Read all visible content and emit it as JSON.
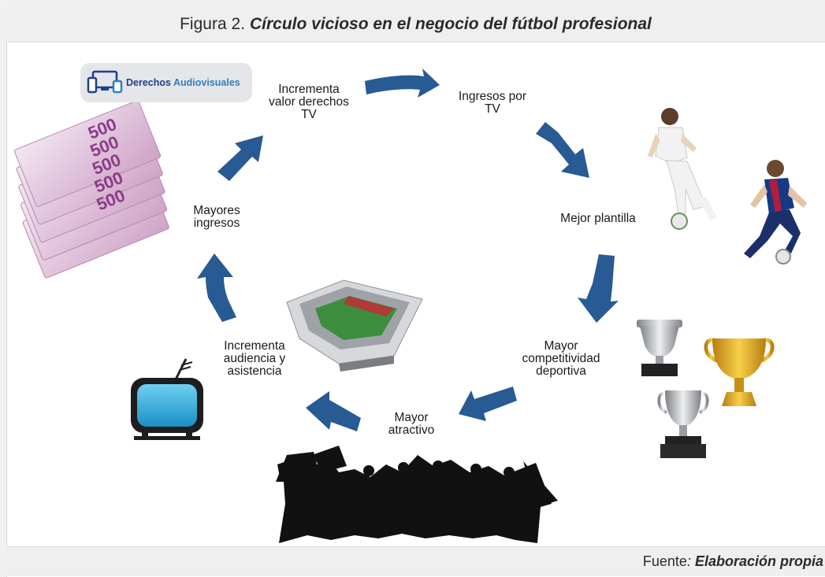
{
  "figure": {
    "caption_prefix": "Figura 2.",
    "caption_title": "Círculo vicioso en el negocio del fútbol profesional",
    "source_label": "Fuente",
    "source_value": "Elaboración propia"
  },
  "badge": {
    "icon": "devices-icon",
    "word1": "Derechos",
    "word2": "Audiovisuales"
  },
  "cycle_steps": [
    "Incrementa\nvalor derechos\nTV",
    "Ingresos por\nTV",
    "Mejor plantilla",
    "Mayor\ncompetitividad\ndeportiva",
    "Mayor\natractivo",
    "Incrementa\naudiencia y\nasistencia",
    "Mayores\ningresos"
  ],
  "banknote_value": "500",
  "colors": {
    "arrow": "#285a94",
    "header_bg": "#efefef",
    "tv_screen": "#29a9dd",
    "gold": "#e0a21a",
    "silver": "#b9bcc0"
  }
}
